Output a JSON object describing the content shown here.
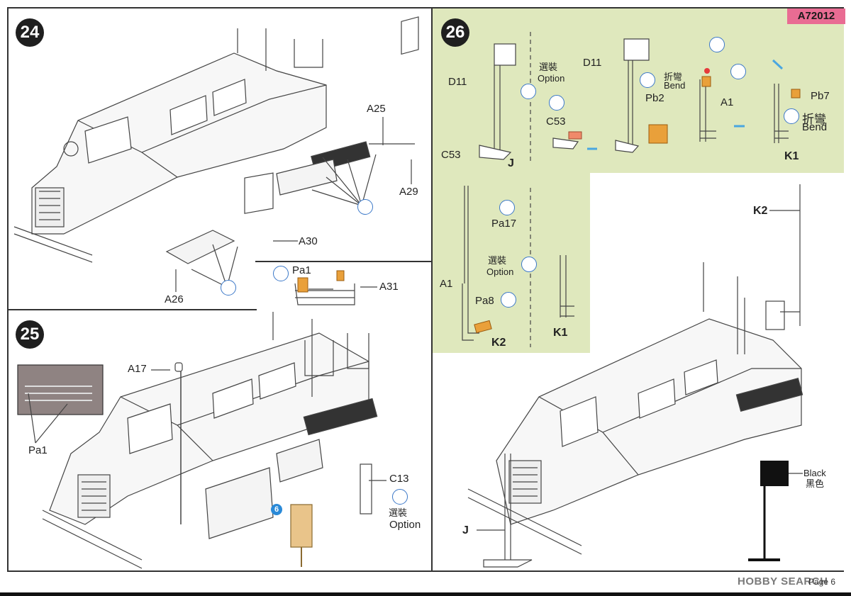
{
  "product_code": "A72012",
  "page_label": "Page 6",
  "watermark": "HOBBY SEARCH",
  "steps": {
    "s24": {
      "number": "24",
      "parts": {
        "a25": "A25",
        "a29": "A29",
        "a30": "A30",
        "a26": "A26"
      }
    },
    "s25": {
      "number": "25",
      "parts": {
        "pa1_top": "Pa1",
        "a31": "A31",
        "a17": "A17",
        "pa1_inset": "Pa1",
        "c13": "C13"
      },
      "option_cn": "選裝",
      "option_en": "Option",
      "callout_number": "6"
    },
    "s26": {
      "number": "26",
      "parts": {
        "d11_a": "D11",
        "c53_a": "C53",
        "j_a": "J",
        "d11_b": "D11",
        "c53_b": "C53",
        "pb2": "Pb2",
        "a1_top": "A1",
        "pb7": "Pb7",
        "k1_top": "K1",
        "pa17": "Pa17",
        "a1_bottom": "A1",
        "pa8": "Pa8",
        "k2_bottom": "K2",
        "k1_bottom": "K1",
        "k2_main": "K2",
        "j_main": "J"
      },
      "option_cn_1": "選裝",
      "option_en_1": "Option",
      "option_cn_2": "選裝",
      "option_en_2": "Option",
      "bend_cn_1": "折彎",
      "bend_en_1": "Bend",
      "bend_cn_2": "折彎",
      "bend_en_2": "Bend",
      "color_en": "Black",
      "color_cn": "黑色"
    }
  },
  "colors": {
    "panel_green": "#dfe8bd",
    "code_tag": "#e96c93",
    "icon_blue": "#3b78c8",
    "photoetch_orange": "#e9a03a"
  }
}
